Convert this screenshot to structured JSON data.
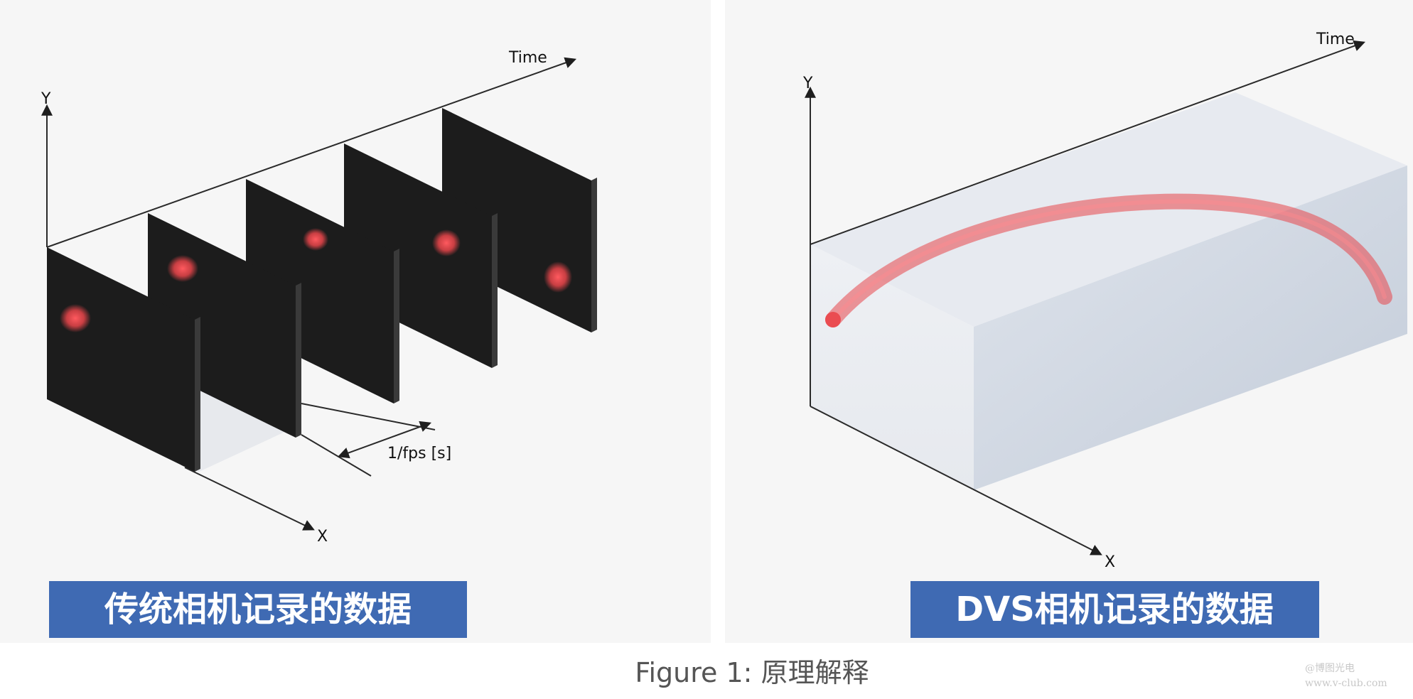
{
  "left_panel": {
    "axis_y": "Y",
    "axis_x": "X",
    "axis_time": "Time",
    "interval_label": "1/fps [s]",
    "caption": "传统相机记录的数据"
  },
  "right_panel": {
    "axis_y": "Y",
    "axis_x": "X",
    "axis_time": "Time",
    "caption": "DVS相机记录的数据"
  },
  "figure_caption": "Figure 1:  原理解释",
  "watermark": {
    "line1": "@博图光电",
    "line2": "www.v-club.com"
  },
  "colors": {
    "banner": "#3f6ab3",
    "frame": "#1d1d1d",
    "event_dot": "#e8454a",
    "volume_side": "#c9d2df",
    "volume_top": "#e1e6ee"
  }
}
